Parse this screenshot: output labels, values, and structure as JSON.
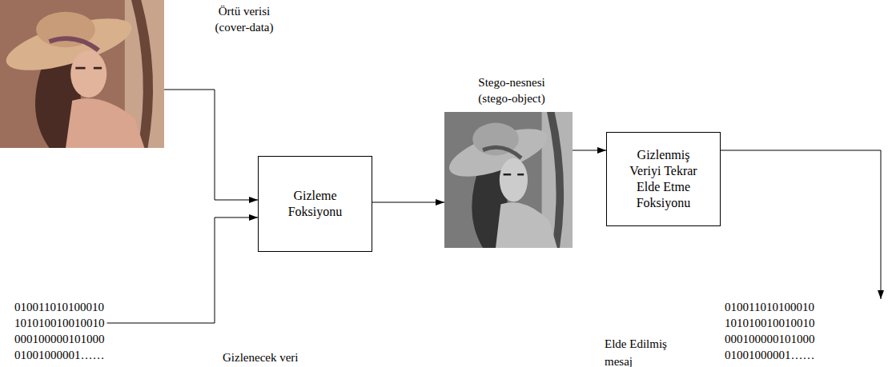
{
  "diagram": {
    "nodes": [
      {
        "text": [
          "Örtü verisi (cover-data)"
        ]
      },
      {
        "text": [
          "Gizleme Foksiyonu"
        ]
      },
      {
        "text": [
          "Stego-nesnesi (stego-object)"
        ]
      },
      {
        "text": [
          "Gizlenmiş Veriyi Tekrar Elde Etme Foksiyonu"
        ]
      },
      {
        "text": [
          "010011010100010 101010010010010 000100000101000 01001000001……"
        ]
      },
      {
        "text": [
          "010011010100010 101010010010010 000100000101000 01001000001……"
        ]
      }
    ],
    "edges": [
      {
        "from": 0,
        "to": 1,
        "arrow": "to"
      },
      {
        "from": 4,
        "to": 1,
        "arrow": "to"
      },
      {
        "from": 1,
        "to": 2,
        "arrow": "to"
      },
      {
        "from": 2,
        "to": 3,
        "arrow": "to"
      },
      {
        "from": 3,
        "to": 5,
        "arrow": "to"
      }
    ],
    "labels": [
      "Gizlenecek veri",
      "Elde Edilmiş mesaj"
    ]
  }
}
